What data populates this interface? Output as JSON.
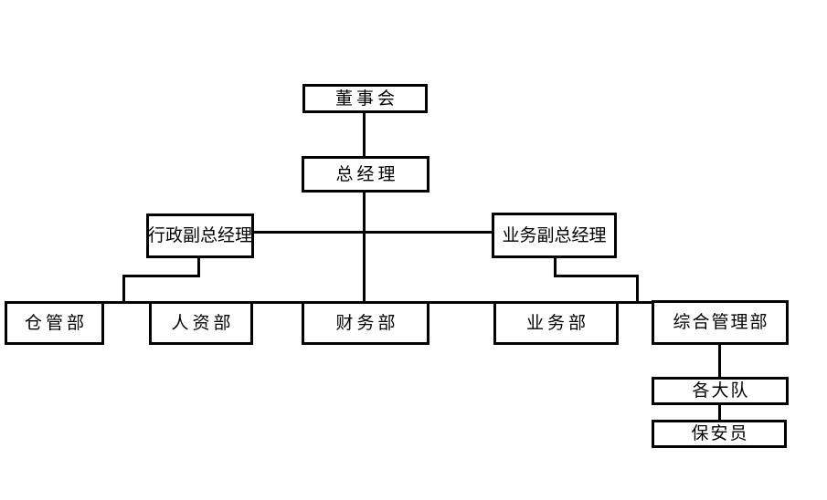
{
  "chart": {
    "type": "org-chart",
    "background_color": "#ffffff",
    "line_color": "#000000",
    "text_color": "#000000",
    "nodes": {
      "board": "董事会",
      "general_manager": "总经理",
      "admin_deputy_gm": "行政副总经理",
      "business_deputy_gm": "业务副总经理",
      "warehouse_dept": "仓管部",
      "hr_dept": "人资部",
      "finance_dept": "财务部",
      "business_dept": "业务部",
      "general_mgmt_dept": "综合管理部",
      "brigades": "各大队",
      "security_guards": "保安员"
    },
    "hierarchy": [
      {
        "parent": "board",
        "children": [
          "general_manager"
        ]
      },
      {
        "parent": "general_manager",
        "children": [
          "admin_deputy_gm",
          "business_deputy_gm",
          "warehouse_dept",
          "hr_dept",
          "finance_dept",
          "business_dept",
          "general_mgmt_dept"
        ]
      },
      {
        "parent": "general_mgmt_dept",
        "children": [
          "brigades"
        ]
      },
      {
        "parent": "brigades",
        "children": [
          "security_guards"
        ]
      }
    ]
  }
}
